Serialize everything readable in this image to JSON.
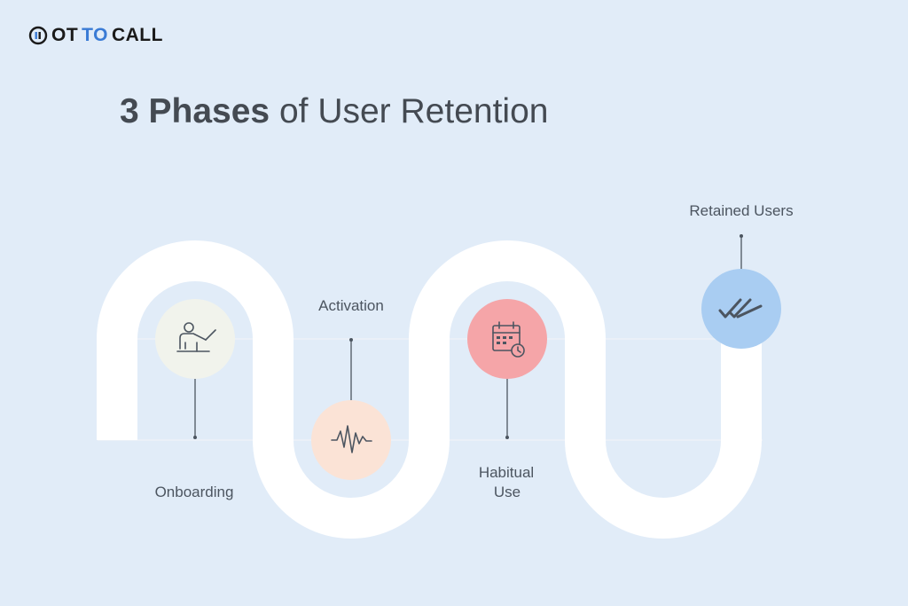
{
  "brand": {
    "name_part1": "OT",
    "name_part2": "TO",
    "name_part3": " CALL"
  },
  "title": {
    "bold": "3 Phases",
    "rest": " of User Retention"
  },
  "phases": [
    {
      "label_line1": "Onboarding",
      "label_line2": "",
      "icon": "presenter-icon",
      "color": "#f1f3ec"
    },
    {
      "label_line1": "Activation",
      "label_line2": "",
      "icon": "pulse-wave-icon",
      "color": "#fbe3d6"
    },
    {
      "label_line1": "Habitual",
      "label_line2": "Use",
      "icon": "calendar-clock-icon",
      "color": "#f5a5a8"
    },
    {
      "label_line1": "Retained Users",
      "label_line2": "",
      "icon": "double-check-icon",
      "color": "#a9cdf2"
    }
  ],
  "colors": {
    "background": "#e1ecf8",
    "path": "#ffffff",
    "line": "#4c5560",
    "accent": "#3a7bd5"
  }
}
